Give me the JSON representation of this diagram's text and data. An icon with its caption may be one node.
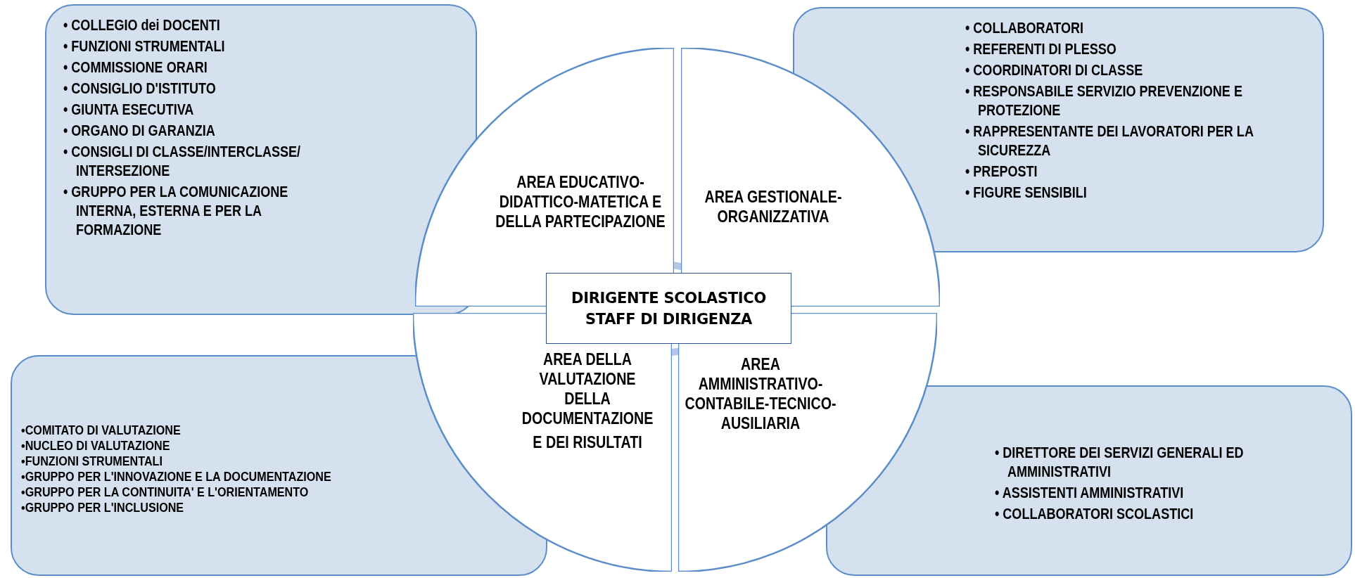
{
  "diagram": {
    "nodes": [
      {
        "text": [
          "• COLLEGIO dei DOCENTI",
          "• FUNZIONI STRUMENTALI",
          "• COMMISSIONE ORARI",
          "• CONSIGLIO D'ISTITUTO",
          "• GIUNTA ESECUTIVA",
          "• ORGANO DI GARANZIA",
          "• CONSIGLI DI CLASSE/INTERCLASSE/ INTERSEZIONE",
          "• GRUPPO PER LA COMUNICAZIONE INTERNA, ESTERNA E PER LA FORMAZIONE"
        ]
      },
      {
        "text": [
          "• COLLABORATORI",
          "• REFERENTI DI PLESSO",
          "• COORDINATORI DI CLASSE",
          "• RESPONSABILE SERVIZIO PREVENZIONE E PROTEZIONE",
          "• RAPPRESENTANTE DEI LAVORATORI PER LA SICUREZZA",
          "• PREPOSTI",
          "• FIGURE SENSIBILI"
        ]
      },
      {
        "text": [
          "AREA EDUCATIVO-DIDATTICO-MATETICA E DELLA PARTECIPAZIONE"
        ]
      },
      {
        "text": [
          "AREA GESTIONALE-ORGANIZZATIVA"
        ]
      },
      {
        "text": [
          "DIRIGENTE SCOLASTICO",
          "STAFF DI DIRIGENZA"
        ]
      },
      {
        "text": [
          "AREA DELLA VALUTAZIONE DELLA DOCUMENTAZIONE",
          "E DEI RISULTATI"
        ]
      },
      {
        "text": [
          "AREA AMMINISTRATIVO-CONTABILE-TECNICO-AUSILIARIA"
        ]
      },
      {
        "text": [
          "•COMITATO DI VALUTAZIONE",
          "•NUCLEO DI VALUTAZIONE",
          "•FUNZIONI STRUMENTALI",
          "•GRUPPO PER L'INNOVAZIONE E LA DOCUMENTAZIONE",
          "•GRUPPO PER LA CONTINUITA' E L'ORIENTAMENTO",
          "•GRUPPO PER L'INCLUSIONE"
        ]
      },
      {
        "text": [
          "• DIRETTORE DEI SERVIZI GENERALI ED AMMINISTRATIVI",
          "• ASSISTENTI AMMINISTRATIVI",
          "• COLLABORATORI SCOLASTICI"
        ]
      }
    ]
  }
}
